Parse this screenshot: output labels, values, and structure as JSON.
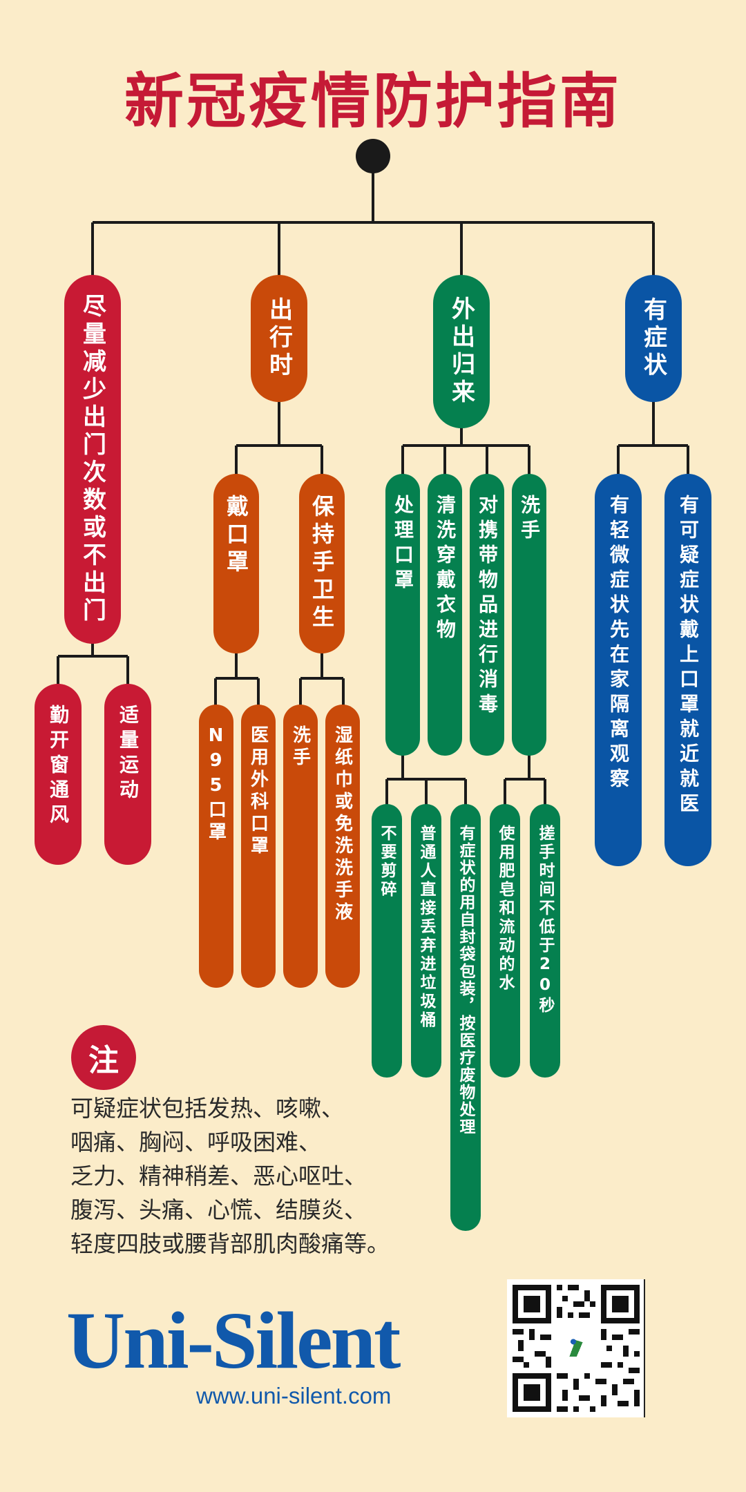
{
  "title": "新冠疫情防护指南",
  "colors": {
    "title": "#c51a36",
    "red": "#c81a34",
    "orange": "#c94a0a",
    "green": "#05804f",
    "blue": "#0a55a5",
    "brand": "#1159ab",
    "background": "#fbecc9"
  },
  "branches": [
    {
      "label": "尽量减少出门次数或不出门",
      "children": [
        "勤开窗通风",
        "适量运动"
      ]
    },
    {
      "label": "出行时",
      "children": [
        {
          "label": "戴口罩",
          "children": [
            "N95口罩",
            "医用外科口罩"
          ]
        },
        {
          "label": "保持手卫生",
          "children": [
            "洗手",
            "湿纸巾或免洗洗手液"
          ]
        }
      ]
    },
    {
      "label": "外出归来",
      "children": [
        {
          "label": "处理口罩",
          "children": [
            "不要剪碎",
            "普通人直接丢弃进垃圾桶",
            "有症状的用自封袋包装，按医疗废物处理"
          ]
        },
        {
          "label": "清洗穿戴衣物"
        },
        {
          "label": "对携带物品进行消毒"
        },
        {
          "label": "洗手",
          "children": [
            "使用肥皂和流动的水",
            "搓手时间不低于20秒"
          ]
        }
      ]
    },
    {
      "label": "有症状",
      "children": [
        "有轻微症状先在家隔离观察",
        "有可疑症状戴上口罩就近就医"
      ]
    }
  ],
  "note": {
    "badge": "注",
    "text": "可疑症状包括发热、咳嗽、\n咽痛、胸闷、呼吸困难、\n乏力、精神稍差、恶心呕吐、\n腹泻、头痛、心慌、结膜炎、\n轻度四肢或腰背部肌肉酸痛等。"
  },
  "brand": {
    "name": "Uni-Silent",
    "website": "www.uni-silent.com"
  },
  "qr_icon": "qr-code-icon"
}
